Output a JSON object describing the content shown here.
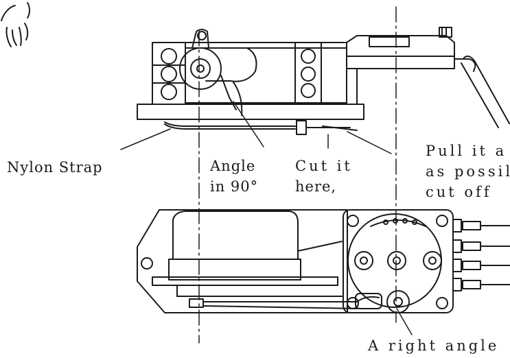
{
  "labels": {
    "nylon_strap": "Nylon Strap",
    "angle_line1": "Angle",
    "angle_line2": "in 90°",
    "cut_line1": "Cut it",
    "cut_line2": "here,",
    "pull_line1": "Pull it a",
    "pull_line2": "as possil",
    "pull_line3": "cut off",
    "right_angle": "A right angle"
  },
  "colors": {
    "ink": "#1a1a1a",
    "background": "#ffffff"
  },
  "icons": {
    "corner_sketch": "glove-sketch-icon"
  }
}
